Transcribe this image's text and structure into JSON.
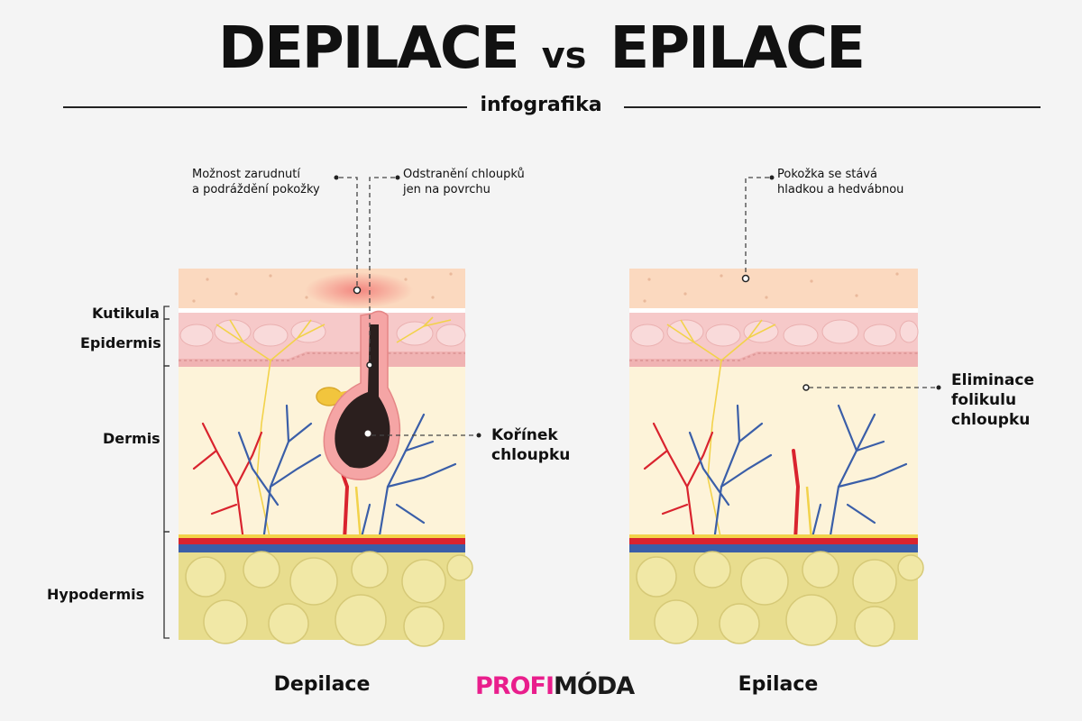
{
  "header": {
    "title_left": "DEPILACE",
    "title_vs": "vs",
    "title_right": "EPILACE",
    "subtitle": "infografika"
  },
  "layers": {
    "kutikula": "Kutikula",
    "epidermis": "Epidermis",
    "dermis": "Dermis",
    "hypodermis": "Hypodermis"
  },
  "depilace": {
    "note_redness_1": "Možnost zarudnutí",
    "note_redness_2": "a podráždění pokožky",
    "note_surface_1": "Odstranění chloupků",
    "note_surface_2": "jen na povrchu",
    "root_1": "Kořínek",
    "root_2": "chloupku",
    "caption": "Depilace"
  },
  "epilace": {
    "note_smooth_1": "Pokožka se stává",
    "note_smooth_2": "hladkou a hedvábnou",
    "elim_1": "Eliminace",
    "elim_2": "folikulu",
    "elim_3": "chloupku",
    "caption": "Epilace"
  },
  "logo": {
    "part1": "PROFI",
    "part2": "MÓDA"
  },
  "colors": {
    "cuticle": "#fbd9bf",
    "epidermis": "#f6c9c9",
    "dermis": "#fdf3d9",
    "fat": "#e8dd8e",
    "artery": "#d9232e",
    "vein": "#3a5ea8",
    "nerve": "#f2d24a",
    "brand": "#e91e8c"
  }
}
